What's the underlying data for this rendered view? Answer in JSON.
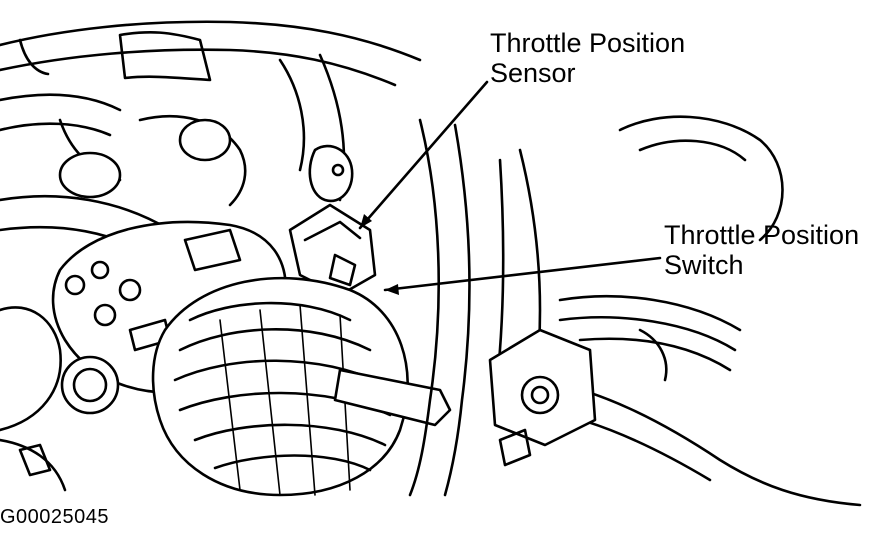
{
  "labels": {
    "sensor_line1": "Throttle Position",
    "sensor_line2": "Sensor",
    "switch_line1": "Throttle Position",
    "switch_line2": "Switch"
  },
  "figure_code": "G00025045"
}
